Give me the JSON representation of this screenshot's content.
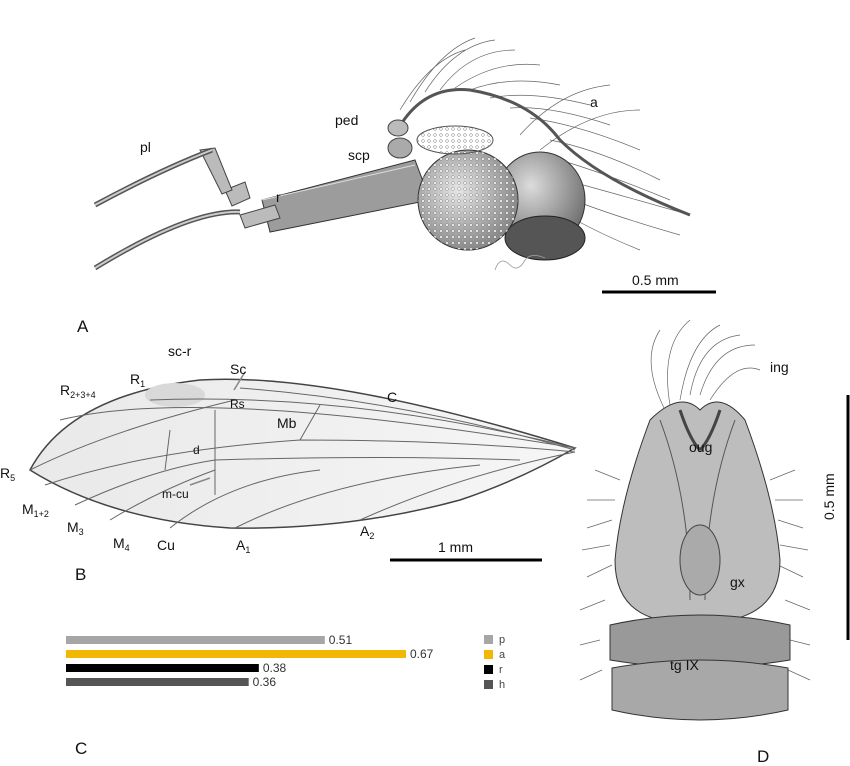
{
  "panels": {
    "a": "A",
    "b": "B",
    "c": "C",
    "d": "D"
  },
  "head": {
    "pl": "pl",
    "ped": "ped",
    "scp": "scp",
    "a": "a",
    "r": "r",
    "scale": "0.5 mm"
  },
  "wing": {
    "scr": "sc-r",
    "sc": "Sc",
    "c": "C",
    "r1": "R",
    "r1sub": "1",
    "r234": "R",
    "r234sub": "2+3+4",
    "rs": "Rs",
    "mb": "Mb",
    "d": "d",
    "mcu": "m-cu",
    "r5": "R",
    "r5sub": "5",
    "m12": "M",
    "m12sub": "1+2",
    "m3": "M",
    "m3sub": "3",
    "m4": "M",
    "m4sub": "4",
    "cu": "Cu",
    "a1": "A",
    "a1sub": "1",
    "a2": "A",
    "a2sub": "2",
    "scale": "1 mm"
  },
  "genitalia": {
    "ing": "ing",
    "oug": "oug",
    "gx": "gx",
    "tg": "tg IX",
    "scale": "0.5 mm"
  },
  "chart_data": {
    "type": "bar",
    "categories": [
      "p",
      "a",
      "r",
      "h"
    ],
    "values": [
      0.51,
      0.67,
      0.38,
      0.36
    ],
    "colors": [
      "#a6a6a6",
      "#f2b700",
      "#000000",
      "#555555"
    ],
    "value_labels": [
      "0.51",
      "0.67",
      "0.38",
      "0.36"
    ],
    "xlim": [
      0,
      0.67
    ]
  }
}
